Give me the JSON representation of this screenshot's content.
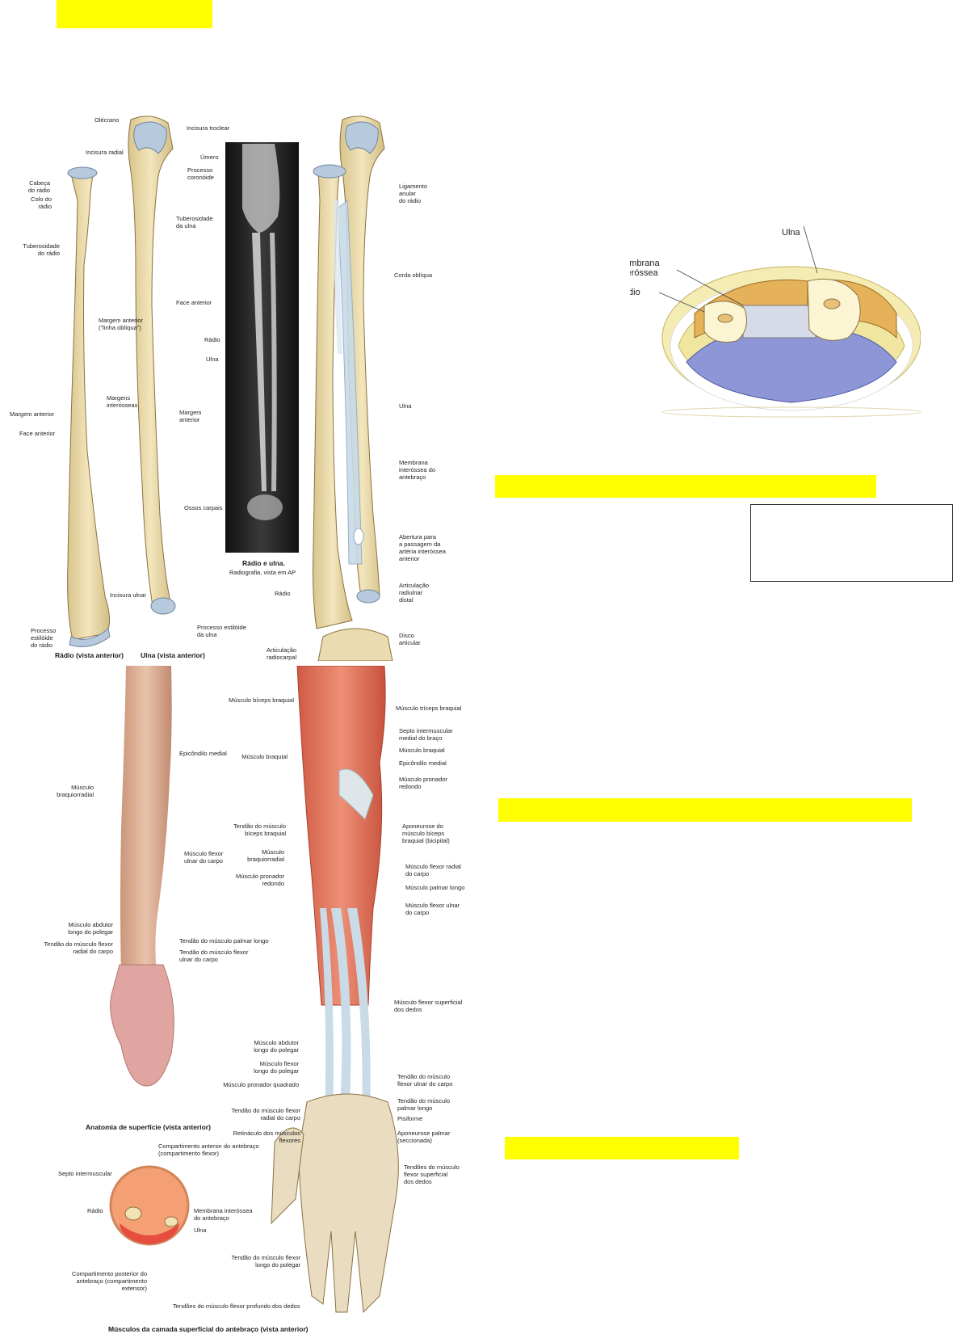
{
  "bones_panel": {
    "labels": {
      "olecrano": "Olécrano",
      "incisura_troclear": "Incisura troclear",
      "incisura_radial": "Incisura radial",
      "umero": "Úmero",
      "processo_coronoide": "Processo\ncoronóide",
      "cabeca_radio": "Cabeça\ndo rádio",
      "colo_radio": "Colo do\nrádio",
      "tuberosidade_ulna": "Tuberosidade\nda ulna",
      "tuberosidade_radio": "Tuberosidade\ndo rádio",
      "face_anterior_ulna": "Face anterior",
      "margem_anterior_obliqua": "Margem anterior\n(\"linha oblíqua\")",
      "radio_xray": "Rádio",
      "ulna_xray": "Ulna",
      "margens_interosseas": "Margens\ninterósseas",
      "margem_anterior_left": "Margem anterior",
      "margem_anterior_ulna": "Margem\nanterior",
      "face_anterior_left": "Face anterior",
      "ossos_carpais": "Ossos carpais",
      "incisura_ulnar": "Incisura ulnar",
      "processo_estiloide_radio": "Processo\nestilóide\ndo rádio",
      "processo_estiloide_ulna": "Processo estilóide\nda ulna",
      "caption_radio": "Rádio (vista anterior)",
      "caption_ulna": "Ulna (vista anterior)",
      "xray_title": "Rádio e ulna.",
      "xray_sub": "Radiografia, vista em AP",
      "ligamento_anular": "Ligamento\nanular\ndo rádio",
      "corda_obliqua": "Corda oblíqua",
      "ulna_right": "Ulna",
      "membrana_interossea": "Membrana\ninteróssea do\nantebraço",
      "abertura": "Abertura para\na passagem da\nartéria interóssea\nanterior",
      "articulacao_radiulnar": "Articulação\nradiulnar\ndistal",
      "radio_right": "Rádio",
      "disco_articular": "Disco\narticular",
      "articulacao_radiocarpal": "Articulação\nradiocarpal"
    }
  },
  "section_panel": {
    "labels": {
      "ulna": "Ulna",
      "membrana": "Membrana\ninteróssea",
      "radio": "Rádio"
    }
  },
  "muscles_panel": {
    "surface": {
      "epicondilo": "Epicôndilo medial",
      "braquiorradial": "Músculo\nbraquiorradial",
      "flexor_ulnar": "Músculo flexor\nulnar do carpo",
      "abdutor": "Músculo abdutor\nlongo do polegar",
      "tendao_flexor_radial": "Tendão do músculo flexor\nradial do carpo",
      "tendao_palmar": "Tendão do músculo palmar longo",
      "tendao_flexor_ulnar": "Tendão do músculo flexor\nulnar do carpo",
      "caption": "Anatomia de superfície (vista anterior)"
    },
    "cross": {
      "compartimento_anterior": "Compartimento anterior do antebraço\n(compartimento flexor)",
      "septo": "Septo intermuscular",
      "radio": "Rádio",
      "membrana": "Membrana interóssea\ndo antebraço",
      "ulna": "Ulna",
      "compartimento_posterior": "Compartimento posterior do\nantebraço (compartimento\nextensor)"
    },
    "deep": {
      "biceps": "Músculo bíceps braquial",
      "triceps": "Músculo tríceps braquial",
      "septo_medial": "Septo intermuscular\nmedial do braço",
      "braquial_right": "Músculo braquial",
      "braquial_left": "Músculo braquial",
      "epicondilo": "Epicôndilo medial",
      "pronador_redondo_r": "Músculo pronador\nredondo",
      "tendao_biceps": "Tendão do músculo\nbíceps braquial",
      "aponeurose": "Aponeurose do\nmúsculo bíceps\nbraquial (bicipital)",
      "braquiorradial": "Músculo\nbraquiorradial",
      "pronador_redondo_l": "Músculo pronador\nredondo",
      "flexor_radial": "Músculo flexor radial\ndo carpo",
      "palmar_longo": "Músculo palmar longo",
      "flexor_ulnar": "Músculo flexor ulnar\ndo carpo",
      "flexor_superficial": "Músculo flexor superficial\ndos dedos",
      "abdutor": "Músculo abdutor\nlongo do polegar",
      "flexor_longo_polegar": "Músculo flexor\nlongo do polegar",
      "pronador_quadrado": "Músculo pronador quadrado",
      "tendao_flexor_ulnar": "Tendão do músculo\nflexor ulnar do carpo",
      "tendao_flexor_radial": "Tendão do músculo flexor\nradial do carpo",
      "tendao_palmar": "Tendão do músculo\npalmar longo",
      "pisiforme": "Pisiforme",
      "retinaculo": "Retináculo dos músculos\nflexores",
      "aponeurose_palmar": "Aponeurose palmar\n(seccionada)",
      "tendoes_superficial": "Tendões do músculo\nflexor superficial\ndos dedos",
      "tendao_flexor_longo": "Tendão do músculo flexor\nlongo do polegar",
      "tendoes_profundo": "Tendões do músculo flexor profundo dos dedos",
      "caption": "Músculos da camada superficial do antebraço (vista anterior)"
    }
  },
  "colors": {
    "highlight": "#ffff00",
    "bone": "#eedfae",
    "cartilage": "#b7c9dc",
    "muscle": "#e0725a",
    "tendon": "#c9dbe6"
  }
}
